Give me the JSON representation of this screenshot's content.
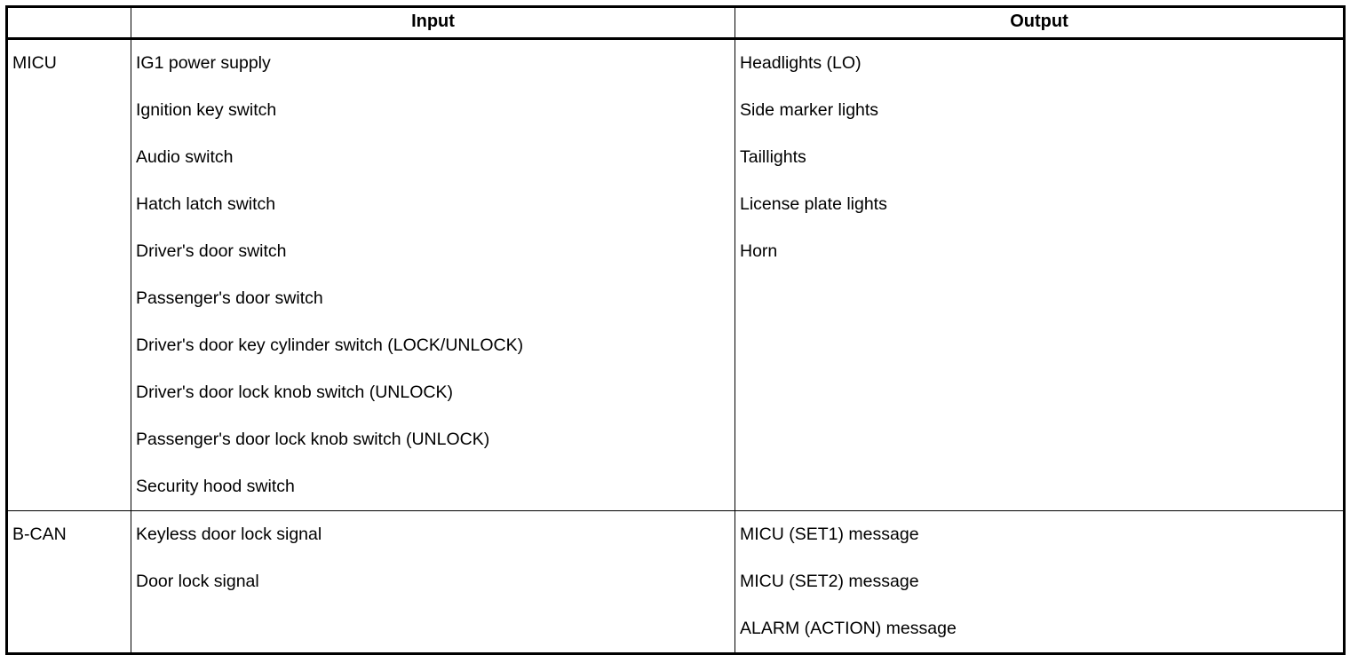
{
  "colors": {
    "background": "#ffffff",
    "text": "#000000",
    "border": "#000000"
  },
  "table": {
    "headers": {
      "label": "",
      "input": "Input",
      "output": "Output"
    },
    "rows": [
      {
        "label": "MICU",
        "inputs": [
          "IG1 power supply",
          "Ignition key switch",
          "Audio switch",
          "Hatch latch switch",
          "Driver's door switch",
          "Passenger's door switch",
          "Driver's door key cylinder switch (LOCK/UNLOCK)",
          "Driver's door lock knob switch (UNLOCK)",
          "Passenger's door lock knob switch (UNLOCK)",
          "Security hood switch"
        ],
        "outputs": [
          "Headlights (LO)",
          "Side marker lights",
          "Taillights",
          "License plate lights",
          "Horn"
        ]
      },
      {
        "label": "B-CAN",
        "inputs": [
          "Keyless door lock signal",
          "Door lock signal"
        ],
        "outputs": [
          "MICU (SET1) message",
          "MICU (SET2) message",
          "ALARM (ACTION) message"
        ]
      }
    ]
  }
}
